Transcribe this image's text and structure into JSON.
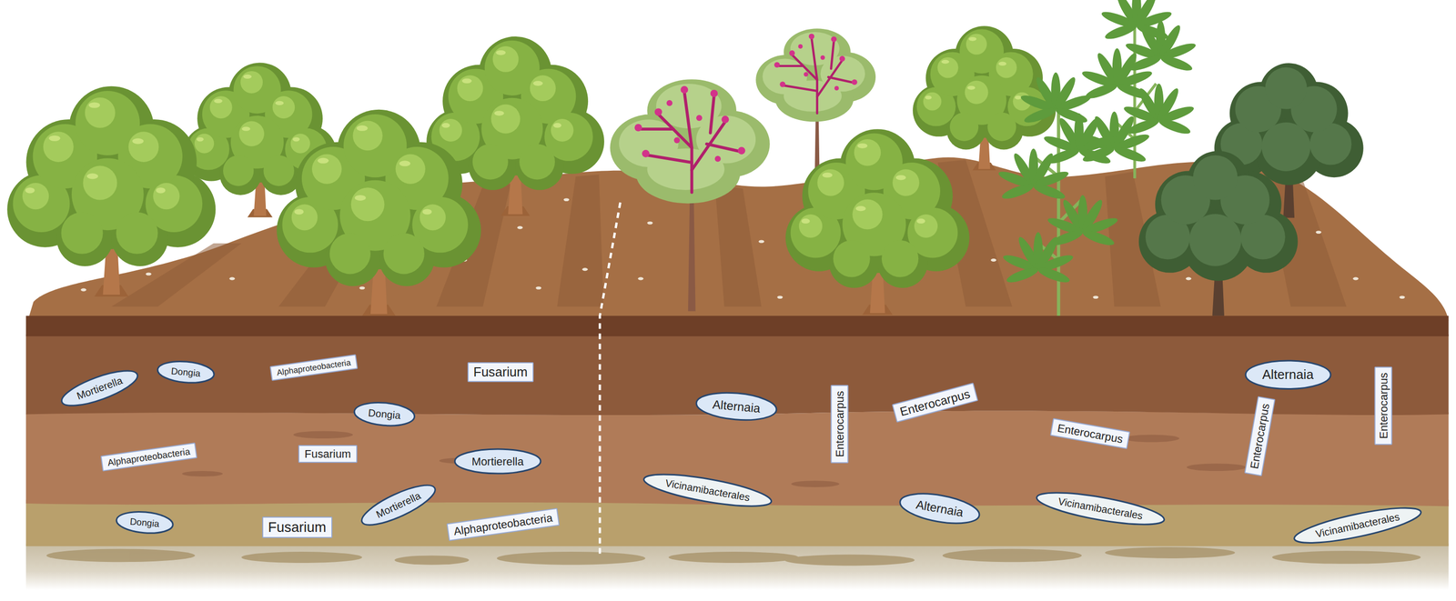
{
  "diagram": {
    "nodes": [
      {
        "text": [
          "Mortierella"
        ]
      },
      {
        "text": [
          "Dongia"
        ]
      },
      {
        "text": [
          "Alphaproteobacteria"
        ]
      },
      {
        "text": [
          "Fusarium"
        ]
      },
      {
        "text": [
          "Dongia"
        ]
      },
      {
        "text": [
          "Alphaproteobacteria"
        ]
      },
      {
        "text": [
          "Fusarium"
        ]
      },
      {
        "text": [
          "Mortierella"
        ]
      },
      {
        "text": [
          "Mortierella"
        ]
      },
      {
        "text": [
          "Dongia"
        ]
      },
      {
        "text": [
          "Fusarium"
        ]
      },
      {
        "text": [
          "Alphaproteobacteria"
        ]
      },
      {
        "text": [
          "Alternaia"
        ]
      },
      {
        "text": [
          "Enterocarpus"
        ]
      },
      {
        "text": [
          "Alternaia"
        ]
      },
      {
        "text": [
          "Enterocarpus"
        ]
      },
      {
        "text": [
          "Enterocarpus"
        ]
      },
      {
        "text": [
          "Enterocarpus"
        ]
      },
      {
        "text": [
          "Enterocarpus"
        ]
      },
      {
        "text": [
          "Vicinamibacterales"
        ]
      },
      {
        "text": [
          "Alternaia"
        ]
      },
      {
        "text": [
          "Vicinamibacterales"
        ]
      },
      {
        "text": [
          "Vicinamibacterales"
        ]
      }
    ]
  }
}
